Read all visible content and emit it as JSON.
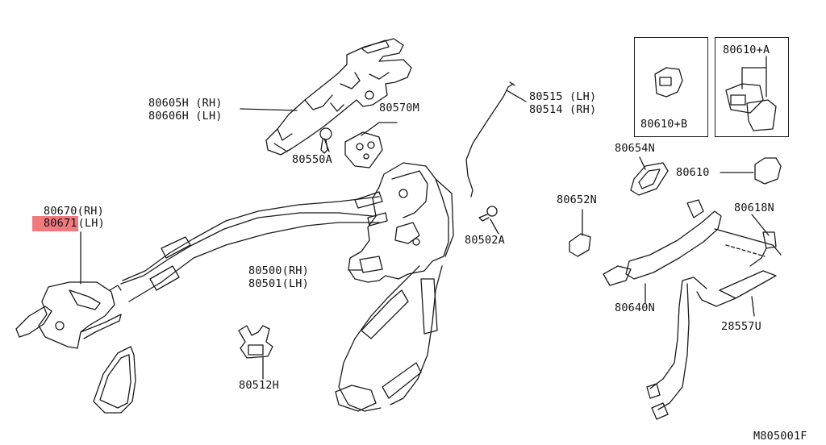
{
  "labels": {
    "p80605": "80605H (RH)",
    "p80606": "80606H (LH)",
    "p80570": "80570M",
    "p80550": "80550A",
    "p80515": "80515 (LH)",
    "p80514": "80514 (RH)",
    "p80610b": "80610+B",
    "p80610a": "80610+A",
    "p80654": "80654N",
    "p80610": "80610",
    "p80652": "80652N",
    "p80618": "80618N",
    "p80670": "80670(RH)",
    "p80671_num": "80671",
    "p80671_side": "(LH)",
    "p80500": "80500(RH)",
    "p80501": "80501(LH)",
    "p80502": "80502A",
    "p80640": "80640N",
    "p28557": "28557U",
    "p80512": "80512H",
    "diagram_code": "M805001F"
  },
  "highlight_color": "#f17a7f"
}
